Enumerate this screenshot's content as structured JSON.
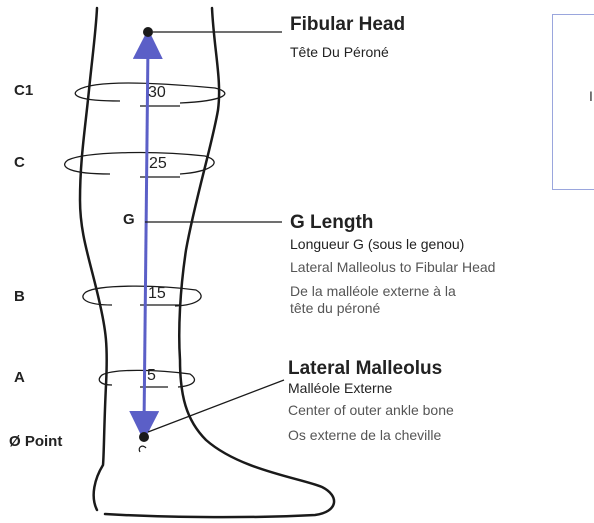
{
  "levels": {
    "c1": "C1",
    "c": "C",
    "b": "B",
    "a": "A",
    "zero": "Ø Point"
  },
  "measurements": {
    "c1": "30",
    "c": "25",
    "b": "15",
    "a": "5"
  },
  "g_marker": "G",
  "fibular_head": {
    "title": "Fibular Head",
    "subtitle": "Tête Du Péroné"
  },
  "g_length": {
    "title": "G Length",
    "subtitle": "Longueur G (sous le genou)",
    "desc_en": "Lateral Malleolus to Fibular Head",
    "desc_fr_line1": "De la malléole externe à la",
    "desc_fr_line2": "tête du péroné"
  },
  "lateral_malleolus": {
    "title": "Lateral Malleolus",
    "subtitle": "Malléole Externe",
    "desc_en": "Center of outer ankle bone",
    "desc_fr": "Os externe de la cheville"
  },
  "cutoff_text": "I",
  "colors": {
    "arrow": "#5b5fc7",
    "outline": "#1a1a1a",
    "box_border": "#9aa6dd"
  }
}
